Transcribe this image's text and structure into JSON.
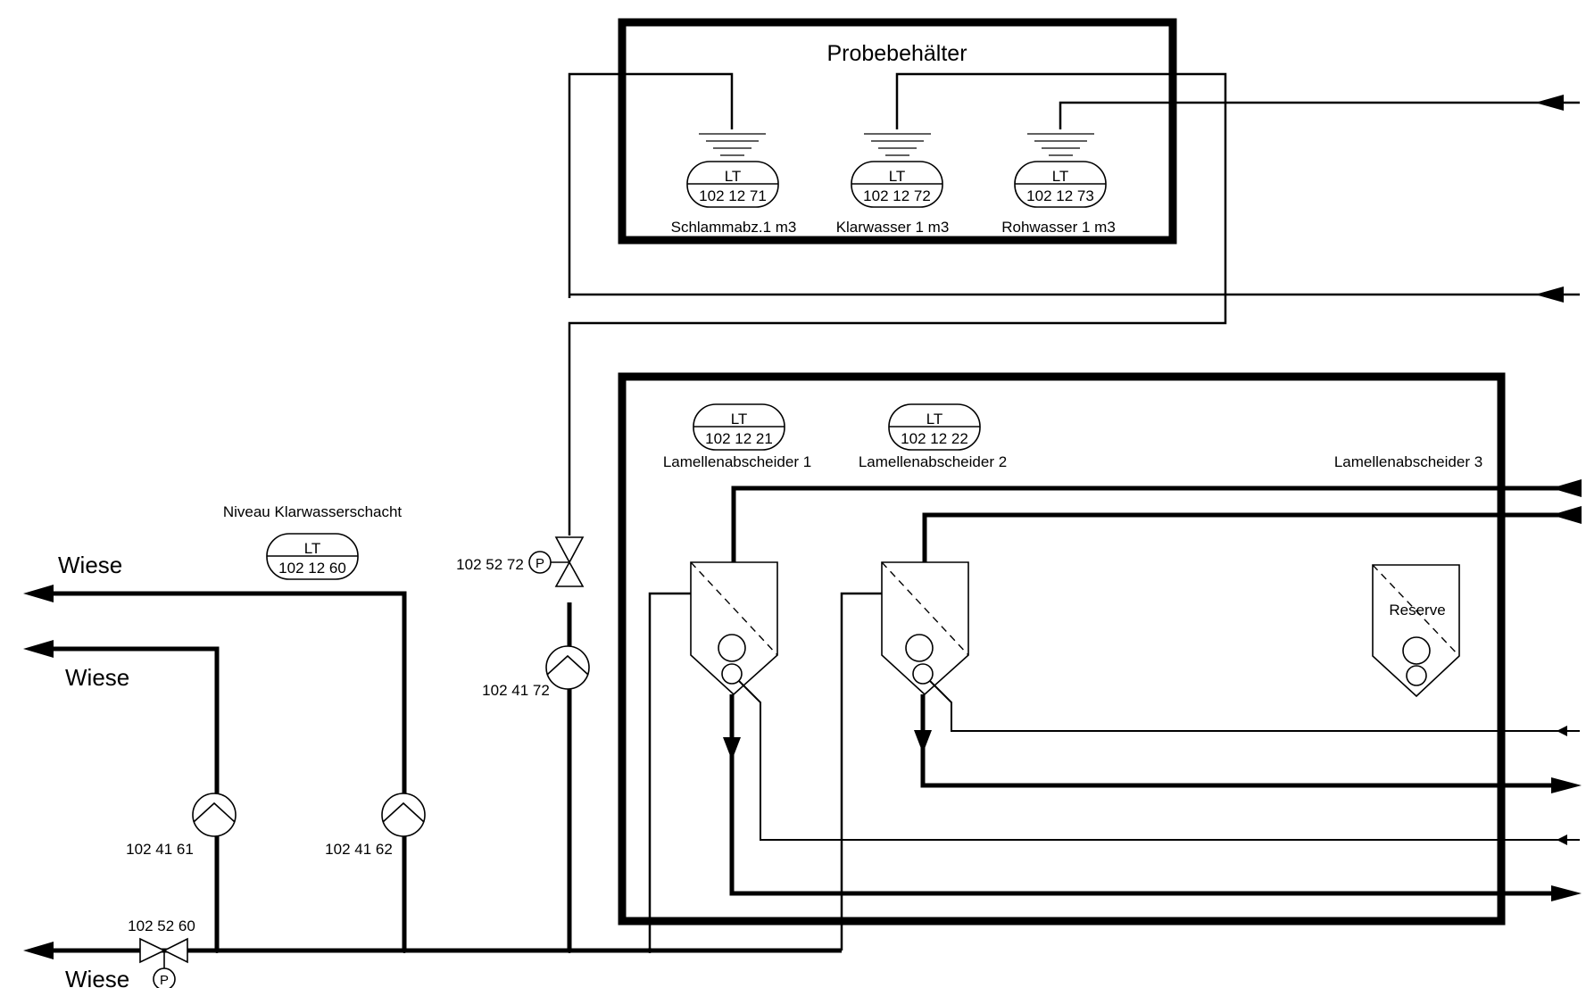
{
  "title": "Probebehälter",
  "instruments": {
    "lt_schlamm": {
      "type": "LT",
      "number": "102 12 71",
      "label": "Schlammabz.1 m3"
    },
    "lt_klar": {
      "type": "LT",
      "number": "102 12 72",
      "label": "Klarwasser 1 m3"
    },
    "lt_roh": {
      "type": "LT",
      "number": "102 12 73",
      "label": "Rohwasser 1 m3"
    },
    "lt_lam1": {
      "type": "LT",
      "number": "102 12 21",
      "label": "Lamellenabscheider 1"
    },
    "lt_lam2": {
      "type": "LT",
      "number": "102 12 22",
      "label": "Lamellenabscheider 2"
    },
    "lt_schacht": {
      "type": "LT",
      "number": "102 12 60",
      "label": "Niveau Klarwasserschacht"
    }
  },
  "separator3": {
    "label": "Lamellenabscheider 3",
    "reserve": "Reserve"
  },
  "pumps": {
    "p61": "102 41 61",
    "p62": "102 41 62",
    "p72": "102 41 72"
  },
  "valves": {
    "v60": "102 52 60",
    "v72": "102 52 72",
    "pressure_symbol": "P"
  },
  "outlets": {
    "wiese_1": "Wiese",
    "wiese_2": "Wiese",
    "wiese_3": "Wiese"
  }
}
